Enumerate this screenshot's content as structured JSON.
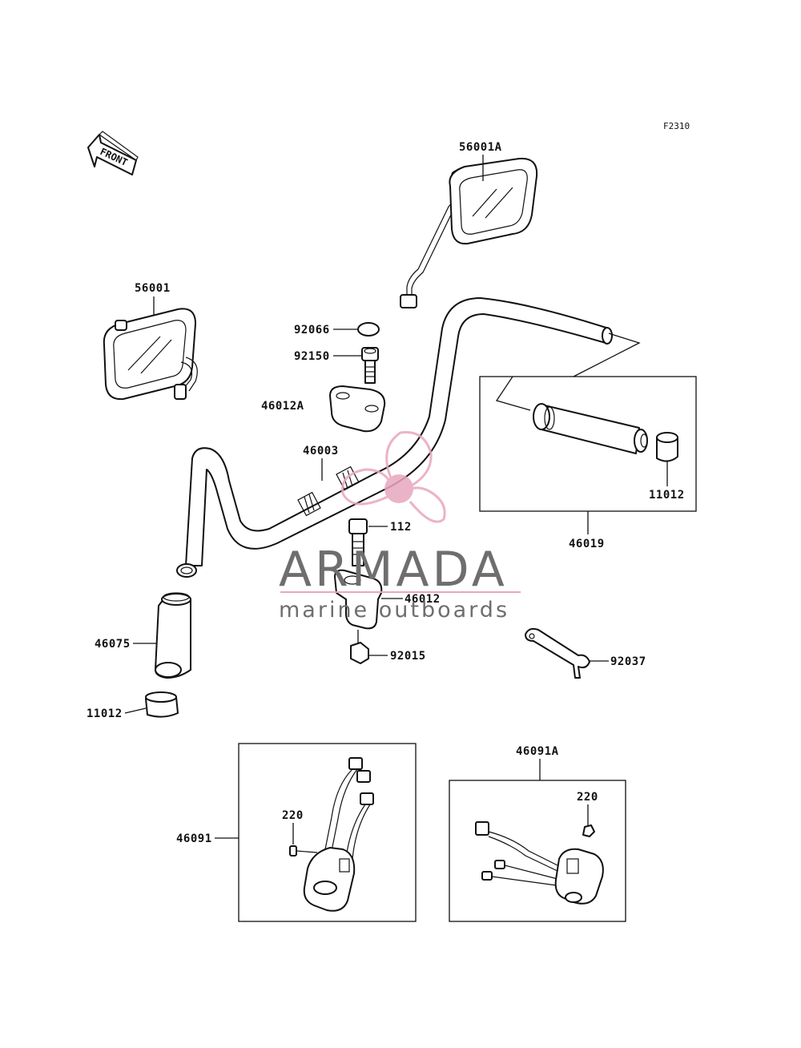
{
  "figure_code": "F2310",
  "front_label": "FRONT",
  "watermark": {
    "title": "ARMADA",
    "subtitle": "marine outboards",
    "accent_color": "#e8a6bf",
    "text_color": "#6e6e6e"
  },
  "part_labels": {
    "mirror_right": "56001A",
    "mirror_left": "56001",
    "cap_92066": "92066",
    "bolt_92150": "92150",
    "holder_upper": "46012A",
    "handlebar": "46003",
    "bolt_112": "112",
    "holder_lower": "46012",
    "nut_92015": "92015",
    "grip_left": "46075",
    "end_cap_left": "11012",
    "end_cap_right": "11012",
    "throttle_grip_assy": "46019",
    "stay_92037": "92037",
    "switch_left": "46091",
    "screw_left": "220",
    "switch_right": "46091A",
    "screw_right": "220"
  }
}
